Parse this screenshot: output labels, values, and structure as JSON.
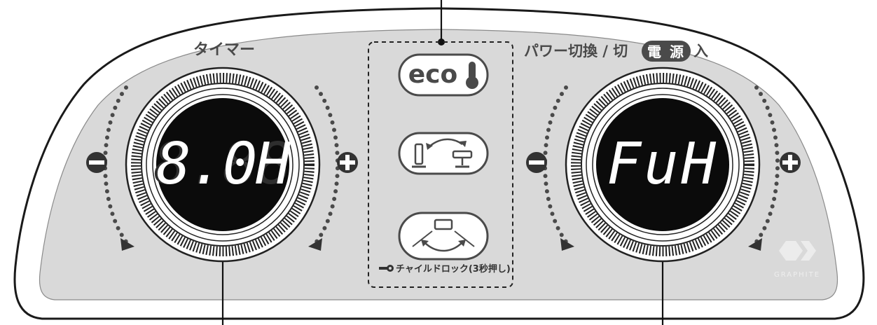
{
  "panel": {
    "timer_label": "タイマー",
    "power_label_prefix": "パワー切換 / 切",
    "power_badge_1": "電",
    "power_badge_2": "源",
    "power_label_suffix": "入",
    "child_lock_label": "チャイルドロック(3秒押し)",
    "brand": "GRAPHITE"
  },
  "buttons": {
    "eco_label": "eco"
  },
  "displays": {
    "left": "8.0H",
    "right": "FuH"
  },
  "icons": {
    "minus": "minus-icon",
    "plus": "plus-icon",
    "thermometer": "thermometer-icon",
    "rotate": "rotate-icon",
    "swing": "swing-icon",
    "key": "key-icon"
  },
  "colors": {
    "panel": "#d9d9d9",
    "frame": "#ffffff",
    "outline": "#1a1a1a",
    "display": "#0b0b0b",
    "segment_on": "#ffffff",
    "segment_off": "#3a3a3a"
  }
}
